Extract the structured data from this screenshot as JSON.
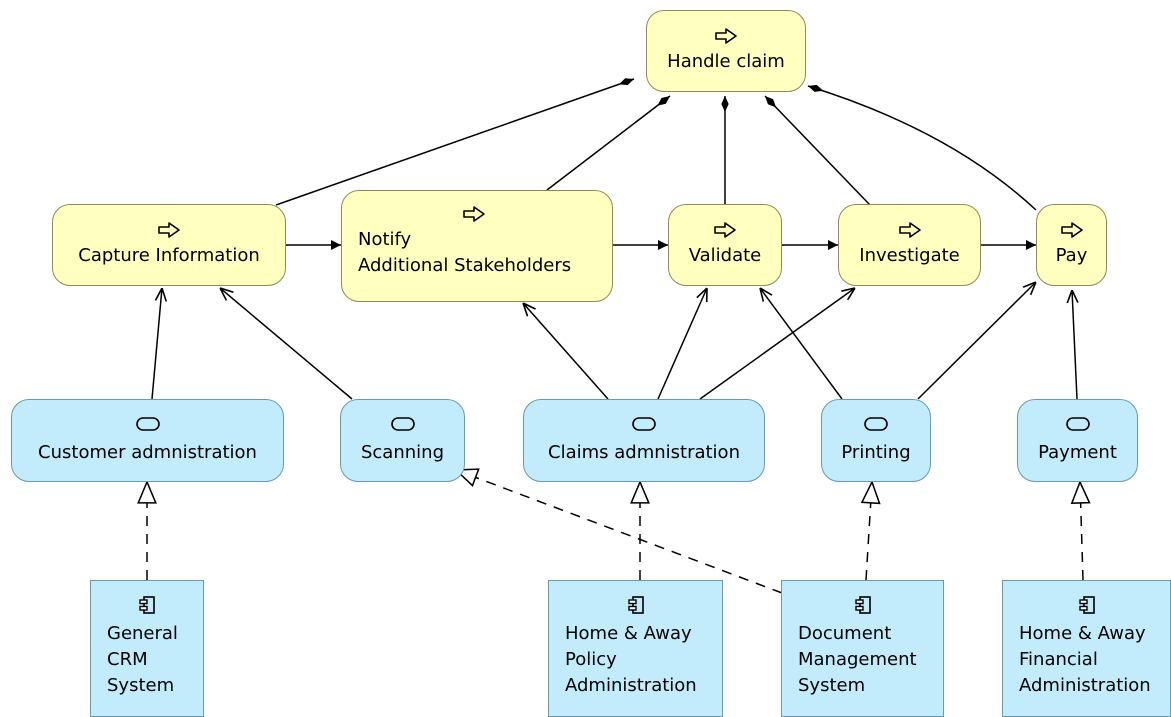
{
  "diagram": {
    "processes": {
      "handle_claim": "Handle claim",
      "capture_information": "Capture Information",
      "notify": "Notify\nAdditional Stakeholders",
      "validate": "Validate",
      "investigate": "Investigate",
      "pay": "Pay"
    },
    "services": {
      "customer_administration": "Customer admnistration",
      "scanning": "Scanning",
      "claims_administration": "Claims admnistration",
      "printing": "Printing",
      "payment": "Payment"
    },
    "components": {
      "general_crm": "General\nCRM\nSystem",
      "policy_admin": "Home & Away\nPolicy\nAdministration",
      "document_management": "Document\nManagement\nSystem",
      "financial_admin": "Home & Away\nFinancial\nAdministration"
    },
    "icons": {
      "process": "process-arrow-icon",
      "service": "service-icon",
      "component": "component-icon"
    },
    "colors": {
      "process_fill": "#ffffc0",
      "service_fill": "#c2ecfb",
      "component_fill": "#c2ecfb"
    }
  }
}
